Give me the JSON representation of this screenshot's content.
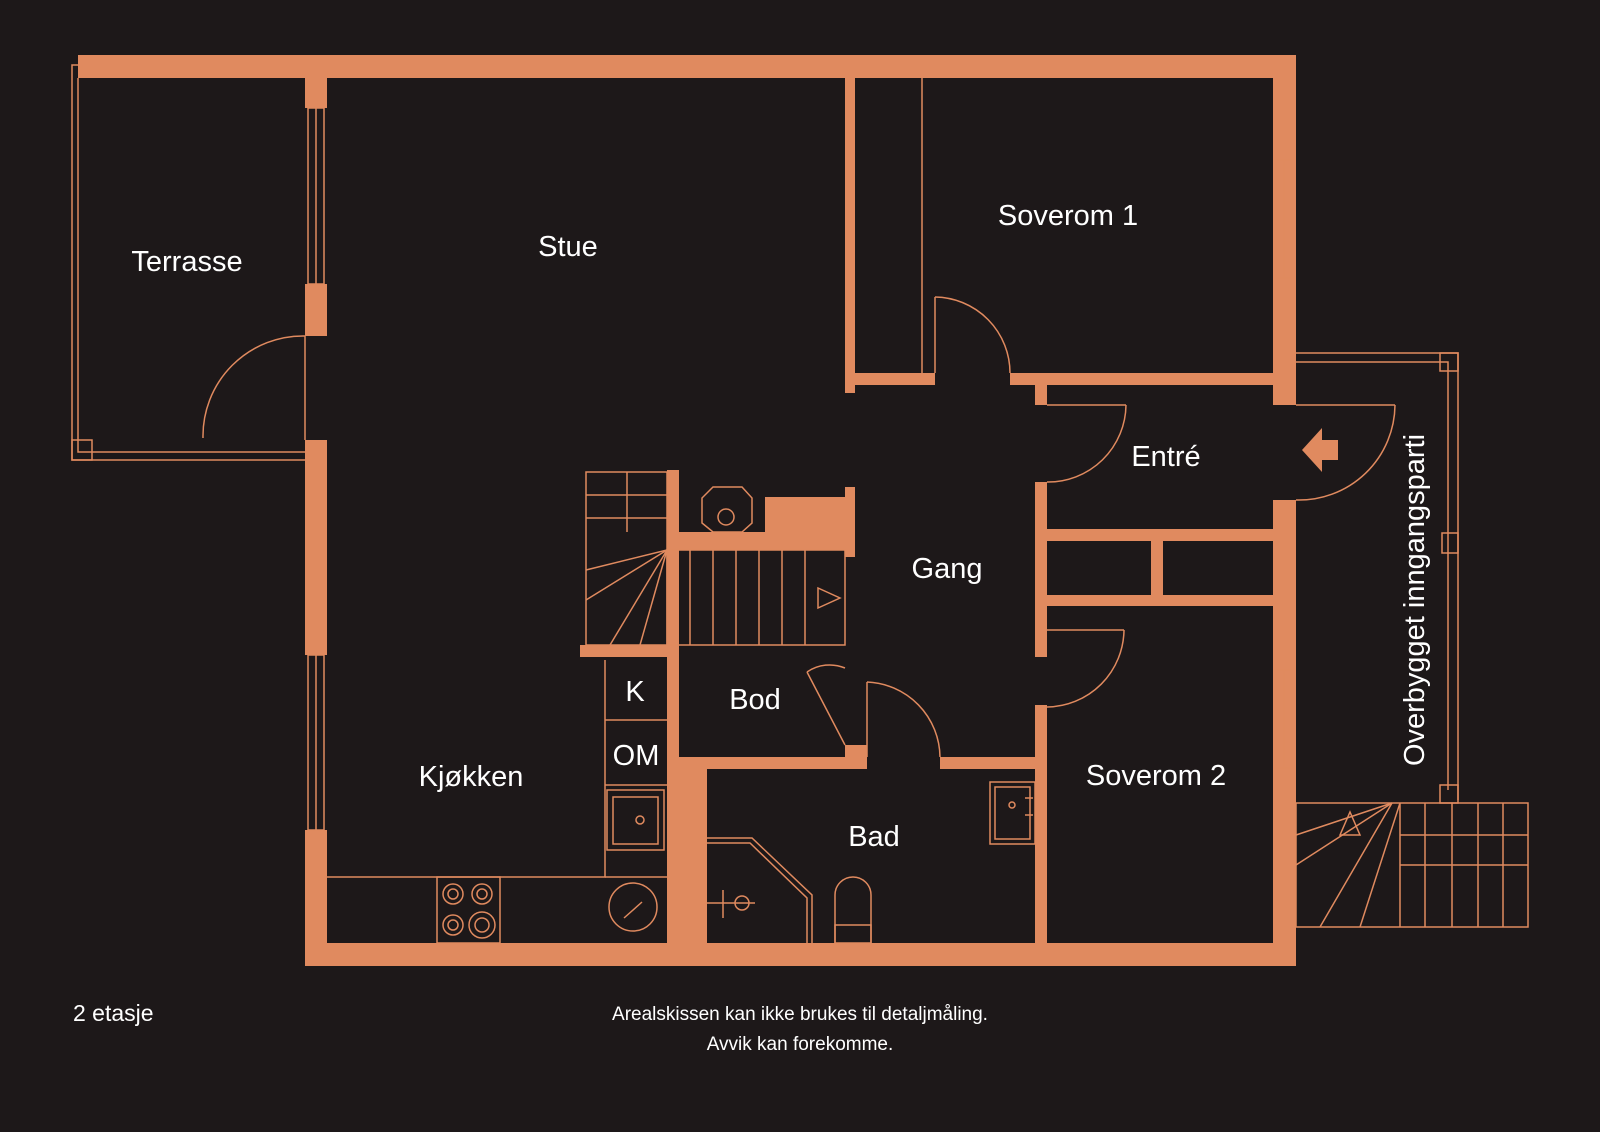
{
  "colors": {
    "background": "#1d1819",
    "wall": "#e08a5f",
    "text": "#ffffff"
  },
  "rooms": {
    "terrasse": "Terrasse",
    "stue": "Stue",
    "soverom1": "Soverom 1",
    "entre": "Entré",
    "gang": "Gang",
    "bod": "Bod",
    "k": "K",
    "om": "OM",
    "kjokken": "Kjøkken",
    "bad": "Bad",
    "soverom2": "Soverom 2",
    "inngangsparti": "Overbygget inngangsparti"
  },
  "footer": {
    "floor": "2 etasje",
    "disclaimer_line1": "Arealskissen kan ikke brukes til detaljmåling.",
    "disclaimer_line2": "Avvik kan forekomme."
  }
}
